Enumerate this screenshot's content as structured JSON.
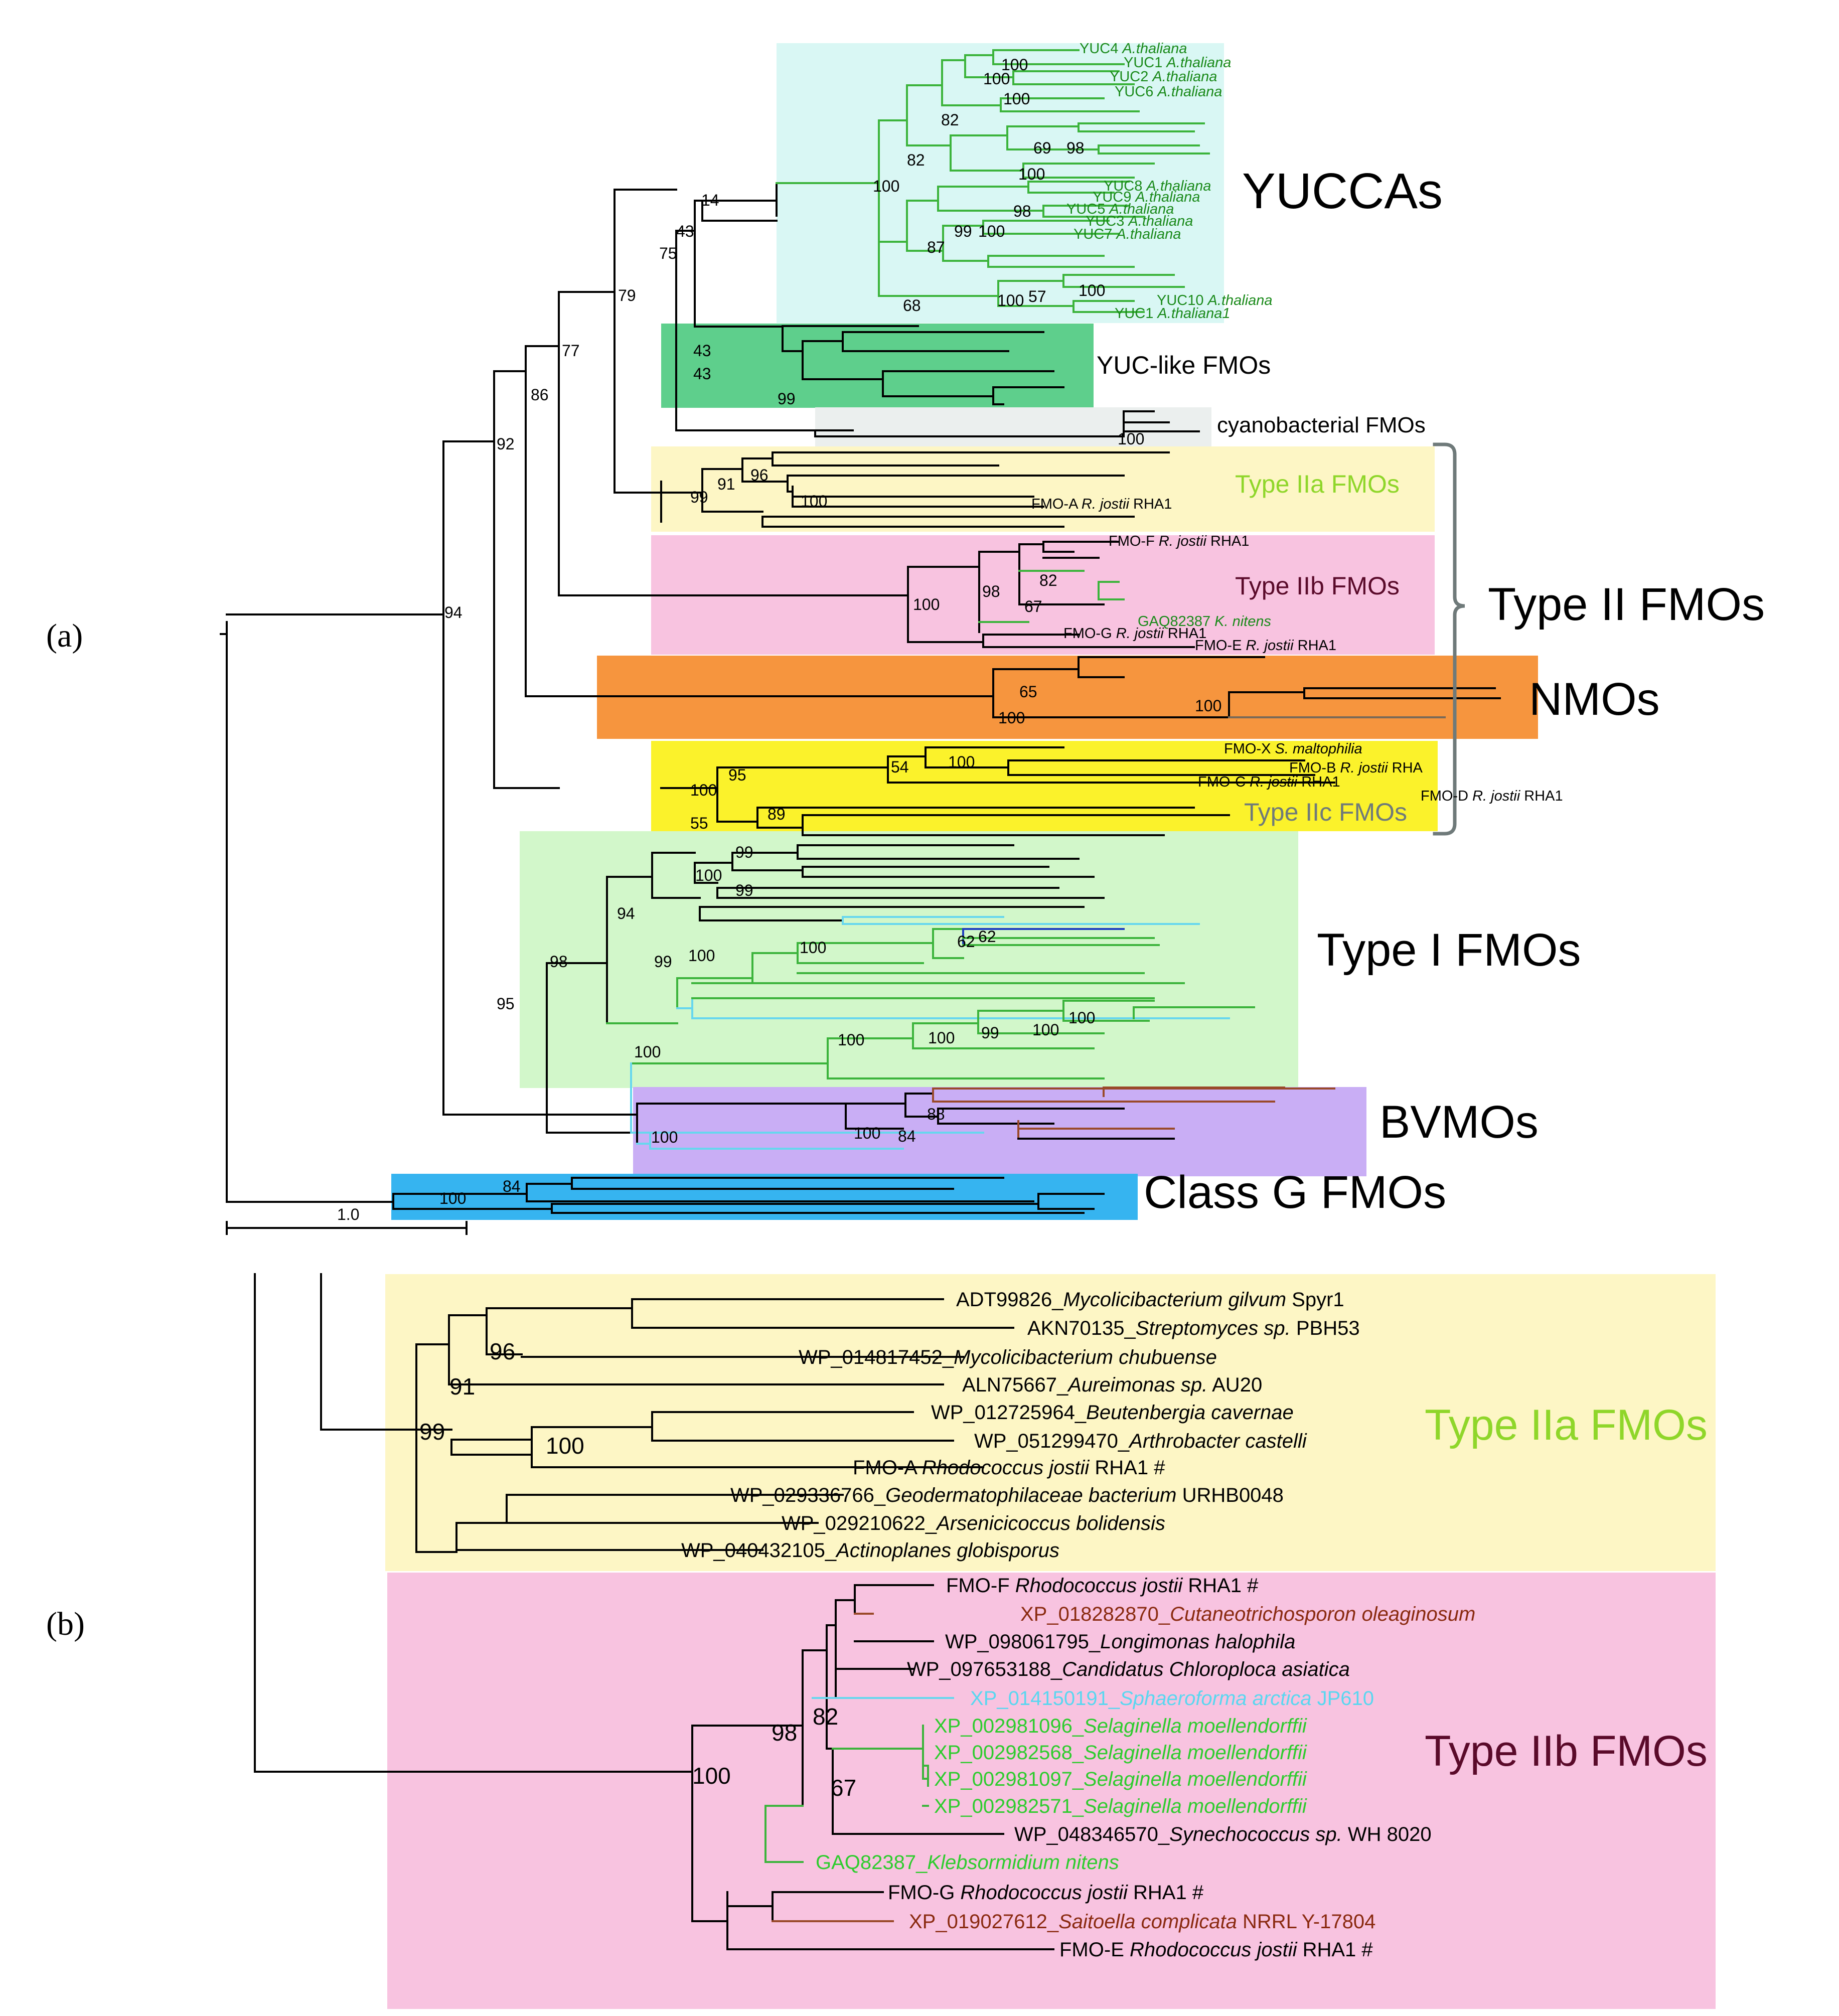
{
  "panel_a": {
    "label": "(a)",
    "scale_bar": "1.0",
    "groups": [
      {
        "name": "YUCCAs",
        "fill": "#d9f7f4",
        "label_color": "#000000"
      },
      {
        "name": "YUC-like FMOs",
        "fill": "#5ecf8c",
        "label_color": "#000000"
      },
      {
        "name": "cyanobacterial FMOs",
        "fill": "#ebefee",
        "label_color": "#000000"
      },
      {
        "name": "Type IIa FMOs",
        "fill": "#fdf6c5",
        "label_color": "#8fd62a"
      },
      {
        "name": "Type IIb FMOs",
        "fill": "#f8c3e0",
        "label_color": "#5a0a2a"
      },
      {
        "name": "NMOs",
        "fill": "#f6953e",
        "label_color": "#000000"
      },
      {
        "name": "Type IIc FMOs",
        "fill": "#fbf22b",
        "label_color": "#6f7a7a"
      },
      {
        "name": "Type I FMOs",
        "fill": "#d2f7ca",
        "label_color": "#000000"
      },
      {
        "name": "BVMOs",
        "fill": "#c9aef5",
        "label_color": "#000000"
      },
      {
        "name": "Class G FMOs",
        "fill": "#36b4f0",
        "label_color": "#000000"
      }
    ],
    "bracket_label": "Type II FMOs",
    "node_supports": [
      "100",
      "100",
      "100",
      "82",
      "69",
      "98",
      "100",
      "82",
      "100",
      "14",
      "43",
      "75",
      "79",
      "77",
      "86",
      "92",
      "94",
      "98",
      "99",
      "100",
      "87",
      "68",
      "100",
      "57",
      "100",
      "43",
      "43",
      "99",
      "100",
      "96",
      "91",
      "99",
      "100",
      "100",
      "98",
      "82",
      "67",
      "65",
      "100",
      "100",
      "95",
      "100",
      "54",
      "100",
      "55",
      "89",
      "99",
      "100",
      "99",
      "94",
      "98",
      "99",
      "100",
      "100",
      "62",
      "62",
      "95",
      "100",
      "100",
      "100",
      "99",
      "100",
      "100",
      "100",
      "84",
      "88",
      "100",
      "84",
      "100"
    ],
    "leaves": [
      {
        "id": "YUC4",
        "species": "A.thaliana",
        "color": "#1a8a1a"
      },
      {
        "id": "YUC1",
        "species": "A.thaliana",
        "color": "#1a8a1a"
      },
      {
        "id": "YUC2",
        "species": "A.thaliana",
        "color": "#1a8a1a"
      },
      {
        "id": "YUC6",
        "species": "A.thaliana",
        "color": "#1a8a1a"
      },
      {
        "id": "YUC8",
        "species": "A.thaliana",
        "color": "#1a8a1a"
      },
      {
        "id": "YUC9",
        "species": "A.thaliana",
        "color": "#1a8a1a"
      },
      {
        "id": "YUC5",
        "species": "A.thaliana",
        "color": "#1a8a1a"
      },
      {
        "id": "YUC3",
        "species": "A.thaliana",
        "color": "#1a8a1a"
      },
      {
        "id": "YUC7",
        "species": "A.thaliana",
        "color": "#1a8a1a"
      },
      {
        "id": "YUC10",
        "species": "A.thaliana",
        "color": "#1a8a1a"
      },
      {
        "id": "YUC1",
        "species": "A.thaliana1",
        "color": "#1a8a1a"
      },
      {
        "id": "FMO-A",
        "species": "R. jostii",
        "strain": "RHA1",
        "color": "#000000"
      },
      {
        "id": "FMO-F",
        "species": "R. jostii",
        "strain": "RHA1",
        "color": "#000000"
      },
      {
        "id": "GAQ82387",
        "species": "K. nitens",
        "color": "#1a8a1a"
      },
      {
        "id": "FMO-G",
        "species": "R. jostii",
        "strain": "RHA1",
        "color": "#000000"
      },
      {
        "id": "FMO-E",
        "species": "R. jostii",
        "strain": "RHA1",
        "color": "#000000"
      },
      {
        "id": "FMO-X",
        "species": "S. maltophilia",
        "color": "#000000"
      },
      {
        "id": "FMO-B",
        "species": "R. jostii",
        "strain": "RHA",
        "color": "#000000"
      },
      {
        "id": "FMO-C",
        "species": "R. jostii",
        "strain": "RHA1",
        "color": "#000000"
      },
      {
        "id": "FMO-D",
        "species": "R. jostii",
        "strain": "RHA1",
        "color": "#000000"
      }
    ]
  },
  "panel_b": {
    "label": "(b)",
    "groups": [
      {
        "name": "Type IIa FMOs",
        "fill": "#fdf6c5",
        "label_color": "#8fd62a"
      },
      {
        "name": "Type IIb FMOs",
        "fill": "#f8c3e0",
        "label_color": "#5a0a2a"
      }
    ],
    "node_supports": [
      "96",
      "91",
      "99",
      "100",
      "100",
      "98",
      "82",
      "67"
    ],
    "leaves": [
      {
        "id": "ADT99826",
        "species": "Mycolicibacterium gilvum",
        "strain": "Spyr1",
        "color": "#000000"
      },
      {
        "id": "AKN70135",
        "species": "Streptomyces sp.",
        "strain": "PBH53",
        "color": "#000000"
      },
      {
        "id": "WP_014817452",
        "species": "Mycolicibacterium chubuense",
        "color": "#000000"
      },
      {
        "id": "ALN75667",
        "species": "Aureimonas sp.",
        "strain": "AU20",
        "color": "#000000"
      },
      {
        "id": "WP_012725964",
        "species": "Beutenbergia cavernae",
        "color": "#000000"
      },
      {
        "id": "WP_051299470",
        "species": "Arthrobacter castelli",
        "color": "#000000"
      },
      {
        "id": "FMO-A",
        "species": "Rhodococcus jostii",
        "strain": "RHA1 #",
        "color": "#000000"
      },
      {
        "id": "WP_029336766",
        "species": "Geodermatophilaceae bacterium",
        "strain": "URHB0048",
        "color": "#000000"
      },
      {
        "id": "WP_029210622",
        "species": "Arsenicicoccus bolidensis",
        "color": "#000000"
      },
      {
        "id": "WP_040432105",
        "species": "Actinoplanes globisporus",
        "color": "#000000"
      },
      {
        "id": "FMO-F",
        "species": "Rhodococcus jostii",
        "strain": "RHA1 #",
        "color": "#000000"
      },
      {
        "id": "XP_018282870",
        "species": "Cutaneotrichosporon oleaginosum",
        "color": "#8a2a10"
      },
      {
        "id": "WP_098061795",
        "species": "Longimonas halophila",
        "color": "#000000"
      },
      {
        "id": "WP_097653188",
        "species": "Candidatus Chloroploca asiatica",
        "color": "#000000"
      },
      {
        "id": "XP_014150191",
        "species": "Sphaeroforma arctica",
        "strain": "JP610",
        "color": "#59d7f0"
      },
      {
        "id": "XP_002981096",
        "species": "Selaginella moellendorffii",
        "color": "#2ecc2e"
      },
      {
        "id": "XP_002982568",
        "species": "Selaginella moellendorffii",
        "color": "#2ecc2e"
      },
      {
        "id": "XP_002981097",
        "species": "Selaginella moellendorffii",
        "color": "#2ecc2e"
      },
      {
        "id": "XP_002982571",
        "species": "Selaginella moellendorffii",
        "color": "#2ecc2e"
      },
      {
        "id": "WP_048346570",
        "species": "Synechococcus sp.",
        "strain": "WH 8020",
        "color": "#000000"
      },
      {
        "id": "GAQ82387",
        "species": "Klebsormidium nitens",
        "color": "#2ecc2e"
      },
      {
        "id": "FMO-G",
        "species": "Rhodococcus jostii",
        "strain": "RHA1 #",
        "color": "#000000"
      },
      {
        "id": "XP_019027612",
        "species": "Saitoella complicata",
        "strain": "NRRL Y-17804",
        "color": "#8a2a10"
      },
      {
        "id": "FMO-E",
        "species": "Rhodococcus jostii",
        "strain": "RHA1 #",
        "color": "#000000"
      }
    ]
  }
}
